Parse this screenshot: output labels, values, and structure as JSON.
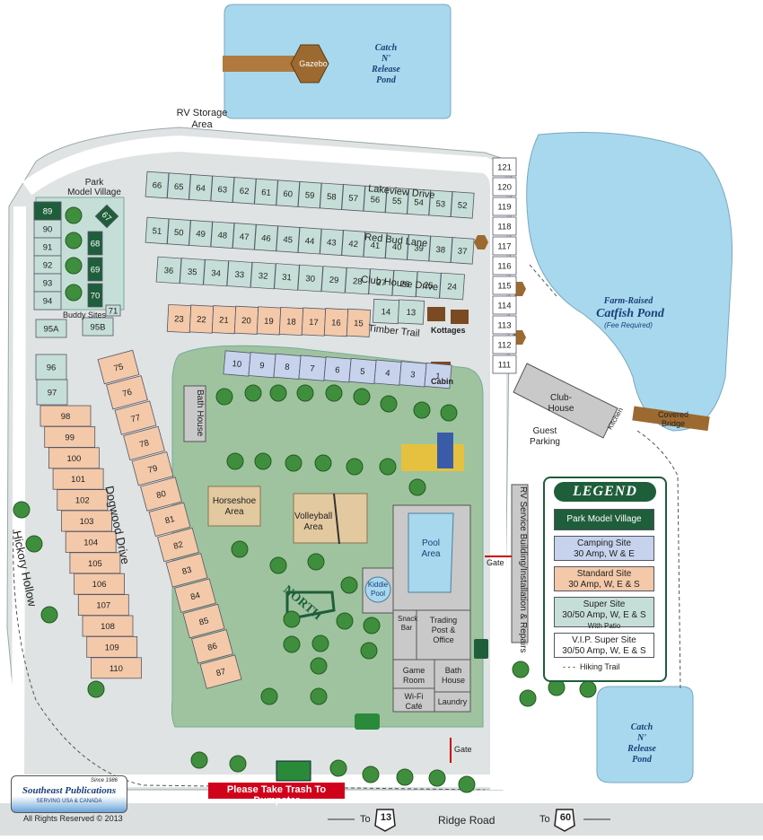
{
  "colors": {
    "ground": "#dfe3e3",
    "road": "#ffffff",
    "park": "#9fc39f",
    "water": "#a8d8ee",
    "camping": "#c7d3ec",
    "standard": "#f3c9a9",
    "super": "#c6ded8",
    "vip": "#ffffff",
    "model": "#1f5e3a",
    "building": "#c9c9c9",
    "sand": "#e3c9a0"
  },
  "ponds": {
    "top": {
      "name": "Catch\nN'\nRelease\nPond",
      "gazebo": "Gazebo"
    },
    "bottom": {
      "name": "Catch\nN'\nRelease\nPond"
    },
    "catfish": {
      "line1": "Farm-Raised",
      "line2": "Catfish Pond",
      "line3": "(Fee Required)"
    }
  },
  "labels": {
    "rv_storage": "RV Storage\nArea",
    "park_model_village": "Park\nModel Village",
    "lakeview": "Lakeview Drive",
    "red_bud": "Red Bud Lane",
    "club_house_drive": "Club House Drive",
    "timber_trail": "Timber Trail",
    "kottages": "Kottages",
    "cabin": "Cabin",
    "buddy_sites": "Buddy Sites",
    "hickory": "Hickory Hollow",
    "dogwood": "Dogwood Drive",
    "bath_house_left": "Bath House",
    "horseshoe": "Horseshoe\nArea",
    "volleyball": "Volleyball\nArea",
    "pool": "Pool\nArea",
    "kiddie": "Kiddie\nPool",
    "snack": "Snack\nBar",
    "trading": "Trading\nPost &\nOffice",
    "game": "Game\nRoom",
    "bath_house": "Bath\nHouse",
    "wifi": "Wi-Fi\nCafé",
    "laundry": "Laundry",
    "north": "NORTH",
    "club_house": "Club-\nHouse",
    "kitchen": "Kitchen",
    "covered_bridge": "Covered\nBridge",
    "guest_parking": "Guest\nParking",
    "rv_service": "RV Service Building/Installation & Repairs",
    "gate1": "Gate",
    "gate2": "Gate",
    "trash": "Please Take Trash To Dumpster",
    "to13": "To",
    "route13": "13",
    "ridge": "Ridge Road",
    "to60": "To",
    "route60": "60",
    "copyright": "All Rights Reserved © 2013",
    "logo_since": "Since 1986",
    "logo_name": "Southeast Publications",
    "logo_sub": "SERVING USA & CANADA"
  },
  "legend": {
    "title": "LEGEND",
    "items": [
      {
        "label": "Park Model Village",
        "sub": ""
      },
      {
        "label": "Camping Site\n30 Amp, W & E",
        "sub": ""
      },
      {
        "label": "Standard Site\n30 Amp, W, E & S",
        "sub": ""
      },
      {
        "label": "Super Site\n30/50 Amp, W, E & S",
        "sub": "With Patio"
      },
      {
        "label": "V.I.P. Super Site\n30/50 Amp, W, E & S",
        "sub": ""
      }
    ],
    "hiking": "- - -  Hiking Trail"
  },
  "sites": {
    "row_lakeview": [
      "66",
      "65",
      "64",
      "63",
      "62",
      "61",
      "60",
      "59",
      "58",
      "57",
      "56",
      "55",
      "54",
      "53",
      "52"
    ],
    "row_redbud": [
      "51",
      "50",
      "49",
      "48",
      "47",
      "46",
      "45",
      "44",
      "43",
      "42",
      "41",
      "40",
      "39",
      "38",
      "37"
    ],
    "row_clubhouse": [
      "36",
      "35",
      "34",
      "33",
      "32",
      "31",
      "30",
      "29",
      "28",
      "27",
      "26",
      "25",
      "24"
    ],
    "row_timber": [
      "23",
      "22",
      "21",
      "20",
      "19",
      "18",
      "17",
      "16",
      "15",
      "14",
      "13"
    ],
    "row_inner": [
      "10",
      "9",
      "8",
      "7",
      "6",
      "5",
      "4",
      "3",
      "1"
    ],
    "east_column": [
      "121",
      "120",
      "119",
      "118",
      "117",
      "116",
      "115",
      "114",
      "113",
      "112",
      "111"
    ],
    "model_left": [
      "89",
      "90",
      "91",
      "92",
      "93",
      "94"
    ],
    "model_right": [
      "67",
      "68",
      "69",
      "70",
      "71"
    ],
    "buddy": [
      "95A",
      "95B"
    ],
    "hickory": [
      "96",
      "97",
      "98",
      "99",
      "100",
      "101",
      "102",
      "103",
      "104",
      "105",
      "106",
      "107",
      "108",
      "109",
      "110"
    ],
    "dogwood": [
      "75",
      "76",
      "77",
      "78",
      "79",
      "80",
      "81",
      "82",
      "83",
      "84",
      "85",
      "86",
      "87"
    ]
  }
}
